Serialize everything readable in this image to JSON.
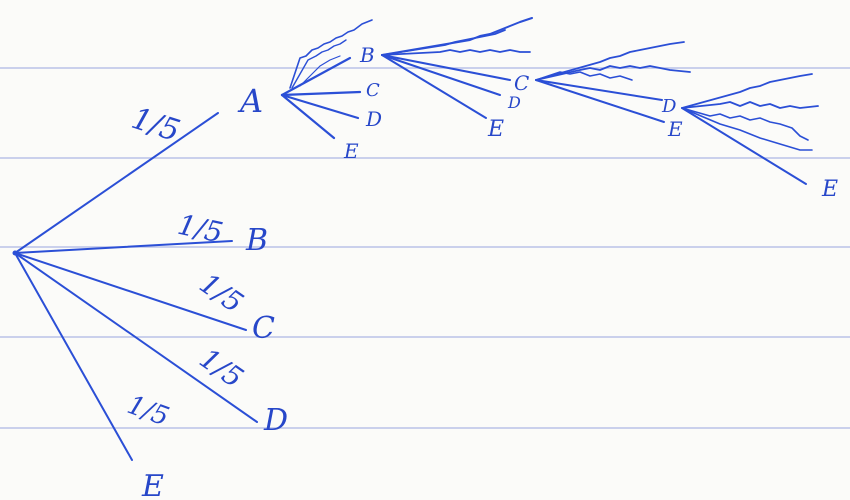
{
  "first_branches": [
    {
      "label": "A",
      "prob": "1/5"
    },
    {
      "label": "B",
      "prob": "1/5"
    },
    {
      "label": "C",
      "prob": "1/5"
    },
    {
      "label": "D",
      "prob": "1/5"
    },
    {
      "label": "E",
      "prob": "1/5"
    }
  ],
  "second_level": {
    "under_A": [
      "B",
      "C",
      "D",
      "E"
    ],
    "under_B": [
      "C",
      "D",
      "E"
    ],
    "under_C": [
      "D",
      "E"
    ],
    "under_D": [
      "E"
    ]
  },
  "colors": {
    "ink": "#2b4fd6",
    "ruled_line": "#b9c1e8",
    "paper": "#fbfbf9"
  }
}
